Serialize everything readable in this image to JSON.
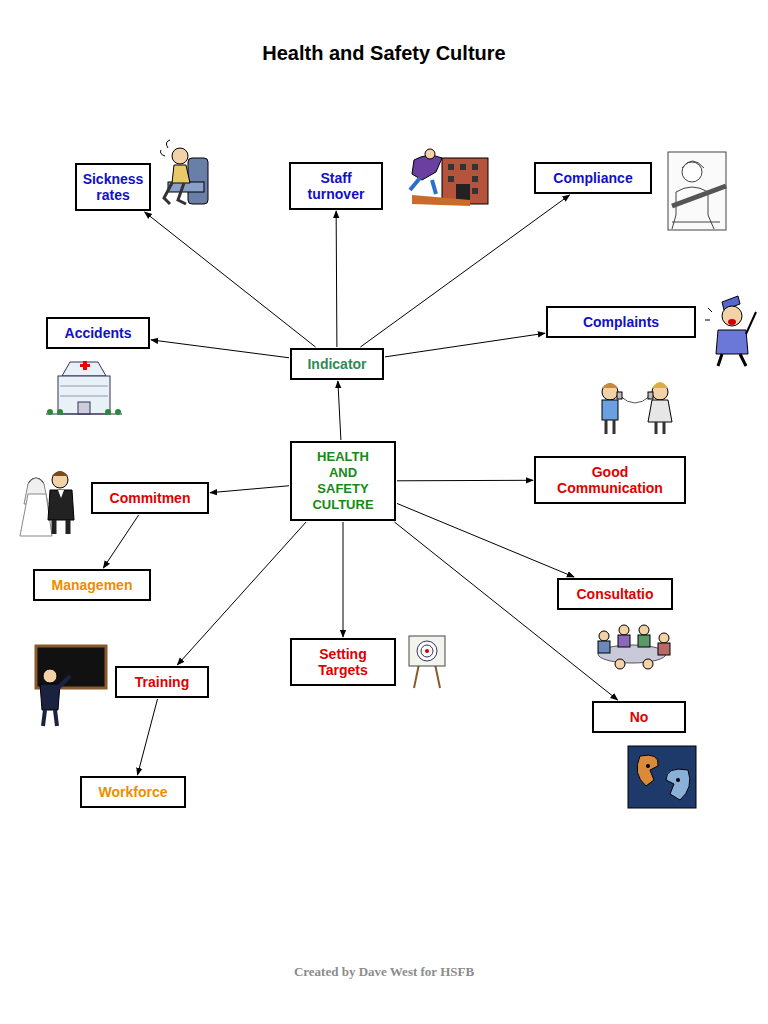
{
  "diagram": {
    "title": "Health and Safety Culture",
    "caption": "Created by Dave West for HSFB",
    "nodes": [
      {
        "text": [
          "Sickness rates"
        ]
      },
      {
        "text": [
          "Staff turnover"
        ]
      },
      {
        "text": [
          "Compliance"
        ]
      },
      {
        "text": [
          "Accidents"
        ]
      },
      {
        "text": [
          "Complaints"
        ]
      },
      {
        "text": [
          "Indicator"
        ]
      },
      {
        "text": [
          "HEALTH AND SAFETY CULTURE"
        ]
      },
      {
        "text": [
          "Commitmen"
        ]
      },
      {
        "text": [
          "Good Communication"
        ]
      },
      {
        "text": [
          "Managemen"
        ]
      },
      {
        "text": [
          "Consultatio"
        ]
      },
      {
        "text": [
          "Setting Targets"
        ]
      },
      {
        "text": [
          "Training"
        ]
      },
      {
        "text": [
          "No"
        ]
      },
      {
        "text": [
          "Workforce"
        ]
      }
    ],
    "edges": [
      {
        "from": 6,
        "to": 5,
        "arrow": "to"
      },
      {
        "from": 5,
        "to": 0,
        "arrow": "to"
      },
      {
        "from": 5,
        "to": 1,
        "arrow": "to"
      },
      {
        "from": 5,
        "to": 2,
        "arrow": "to"
      },
      {
        "from": 5,
        "to": 3,
        "arrow": "to"
      },
      {
        "from": 5,
        "to": 4,
        "arrow": "to"
      },
      {
        "from": 6,
        "to": 7,
        "arrow": "to"
      },
      {
        "from": 7,
        "to": 9,
        "arrow": "to"
      },
      {
        "from": 6,
        "to": 8,
        "arrow": "to"
      },
      {
        "from": 6,
        "to": 10,
        "arrow": "to"
      },
      {
        "from": 6,
        "to": 11,
        "arrow": "to"
      },
      {
        "from": 6,
        "to": 12,
        "arrow": "to"
      },
      {
        "from": 12,
        "to": 14,
        "arrow": "to"
      },
      {
        "from": 6,
        "to": 13,
        "arrow": "to"
      }
    ]
  }
}
